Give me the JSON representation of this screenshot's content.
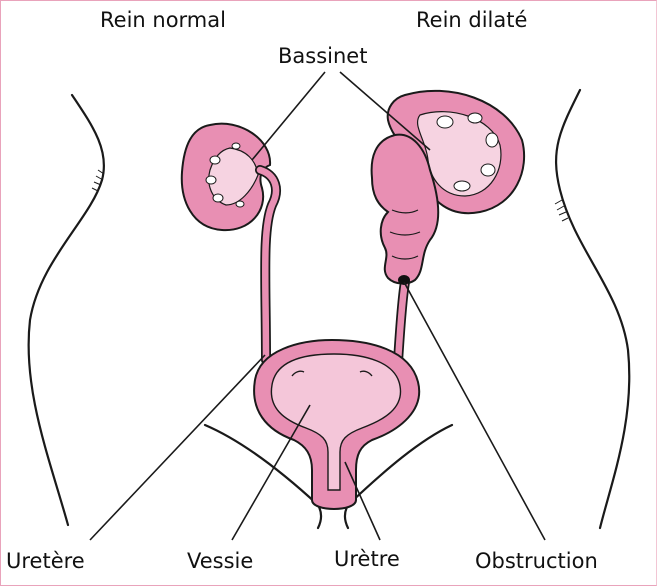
{
  "labels": {
    "rein_normal": "Rein normal",
    "rein_dilate": "Rein dilaté",
    "bassinet": "Bassinet",
    "uretere": "Uretère",
    "vessie": "Vessie",
    "uretre": "Urètre",
    "obstruction": "Obstruction"
  },
  "colors": {
    "organ_fill": "#e88fb3",
    "organ_light": "#f6d3e1",
    "bladder_inner": "#f4c6d9",
    "outline": "#1a1a1a",
    "frame": "#e9a3bb"
  }
}
